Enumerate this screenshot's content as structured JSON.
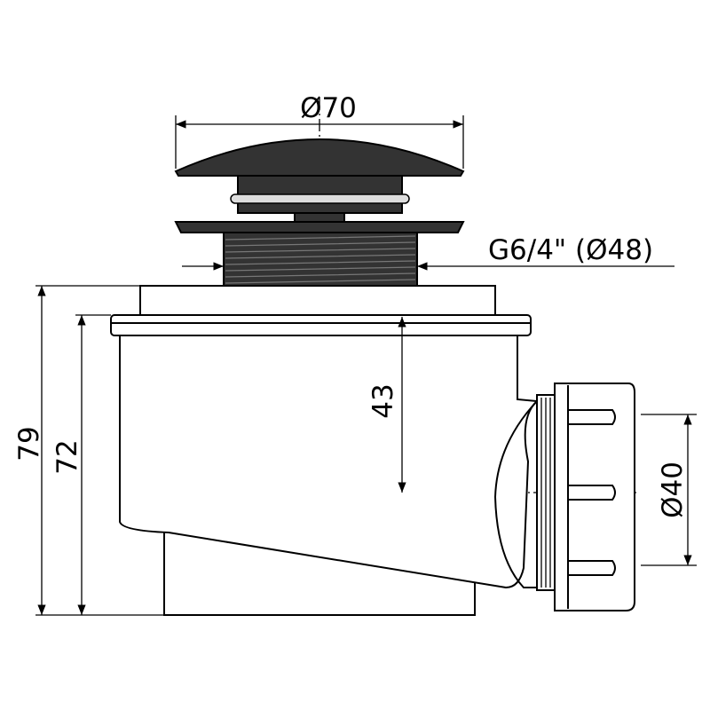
{
  "dimensions": {
    "cap_diameter": "Ø70",
    "thread": "G6/4\" (Ø48)",
    "outlet_diameter": "Ø40",
    "outlet_height": "43",
    "total_height": "79",
    "body_height": "72"
  },
  "colors": {
    "line": "#000000",
    "dark_parts": "#333333",
    "background": "#ffffff"
  }
}
